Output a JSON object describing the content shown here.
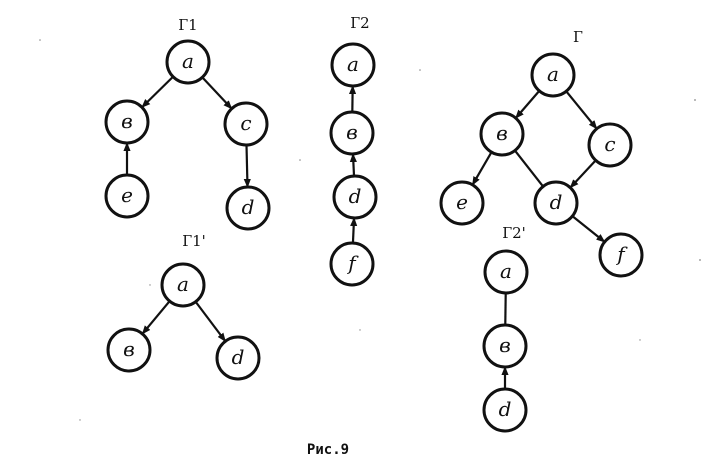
{
  "figure": {
    "caption": "Рис.9",
    "graphs": [
      {
        "id": "g1",
        "title": "Г1",
        "nodes": [
          {
            "id": "a",
            "label": "a"
          },
          {
            "id": "b",
            "label": "в"
          },
          {
            "id": "c",
            "label": "c"
          },
          {
            "id": "e",
            "label": "e"
          },
          {
            "id": "d",
            "label": "d"
          }
        ],
        "edges": [
          {
            "from": "a",
            "to": "b",
            "arrow": "to"
          },
          {
            "from": "a",
            "to": "c",
            "arrow": "to"
          },
          {
            "from": "e",
            "to": "b",
            "arrow": "to"
          },
          {
            "from": "c",
            "to": "d",
            "arrow": "to"
          }
        ]
      },
      {
        "id": "g2",
        "title": "Г2",
        "nodes": [
          {
            "id": "a",
            "label": "a"
          },
          {
            "id": "b",
            "label": "в"
          },
          {
            "id": "d",
            "label": "d"
          },
          {
            "id": "f",
            "label": "f"
          }
        ],
        "edges": [
          {
            "from": "b",
            "to": "a",
            "arrow": "to"
          },
          {
            "from": "d",
            "to": "b",
            "arrow": "to"
          },
          {
            "from": "f",
            "to": "d",
            "arrow": "to"
          }
        ]
      },
      {
        "id": "g",
        "title": "Г",
        "nodes": [
          {
            "id": "a",
            "label": "a"
          },
          {
            "id": "b",
            "label": "в"
          },
          {
            "id": "c",
            "label": "c"
          },
          {
            "id": "e",
            "label": "e"
          },
          {
            "id": "d",
            "label": "d"
          },
          {
            "id": "f",
            "label": "f"
          }
        ],
        "edges": [
          {
            "from": "a",
            "to": "b",
            "arrow": "to"
          },
          {
            "from": "a",
            "to": "c",
            "arrow": "to"
          },
          {
            "from": "b",
            "to": "e",
            "arrow": "to"
          },
          {
            "from": "b",
            "to": "d",
            "arrow": "none"
          },
          {
            "from": "c",
            "to": "d",
            "arrow": "to"
          },
          {
            "from": "d",
            "to": "f",
            "arrow": "to"
          }
        ]
      },
      {
        "id": "g1p",
        "title": "Г1'",
        "nodes": [
          {
            "id": "a",
            "label": "a"
          },
          {
            "id": "b",
            "label": "в"
          },
          {
            "id": "d",
            "label": "d"
          }
        ],
        "edges": [
          {
            "from": "a",
            "to": "b",
            "arrow": "to"
          },
          {
            "from": "a",
            "to": "d",
            "arrow": "to"
          }
        ]
      },
      {
        "id": "g2p",
        "title": "Г2'",
        "nodes": [
          {
            "id": "a",
            "label": "a"
          },
          {
            "id": "b",
            "label": "в"
          },
          {
            "id": "d",
            "label": "d"
          }
        ],
        "edges": [
          {
            "from": "a",
            "to": "b",
            "arrow": "none"
          },
          {
            "from": "d",
            "to": "b",
            "arrow": "to"
          }
        ]
      }
    ]
  }
}
